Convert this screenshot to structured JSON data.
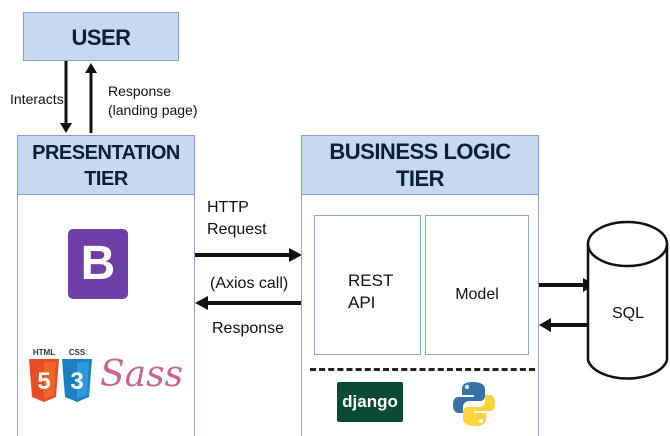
{
  "user": {
    "title": "USER"
  },
  "user_arrows": {
    "interacts": "Interacts",
    "response_line1": "Response",
    "response_line2": "(landing page)"
  },
  "presentation_tier": {
    "title_line1": "PRESENTATION",
    "title_line2": "TIER",
    "icons": [
      "bootstrap-logo",
      "html5-logo",
      "css3-logo",
      "sass-logo"
    ],
    "html5_text": "HTML",
    "css3_text": "CSS",
    "sass_text": "Sass"
  },
  "middle_arrows": {
    "http_line1": "HTTP",
    "http_line2": "Request",
    "axios": "(Axios call)",
    "response": "Response"
  },
  "business_tier": {
    "title_line1": "BUSINESS LOGIC",
    "title_line2": "TIER",
    "rest_line1": "REST",
    "rest_line2": "API",
    "model": "Model",
    "icons": [
      "django-logo",
      "python-logo"
    ],
    "django_text": "django"
  },
  "database": {
    "label": "SQL"
  },
  "colors": {
    "header_fill": "#c6d9f1",
    "bootstrap": "#6f3fa8",
    "html5": "#e44d26",
    "css3": "#1d7fc2",
    "sass": "#c76494",
    "django": "#0c4b33",
    "python_blue": "#3572a5",
    "python_yellow": "#ffd43b"
  }
}
